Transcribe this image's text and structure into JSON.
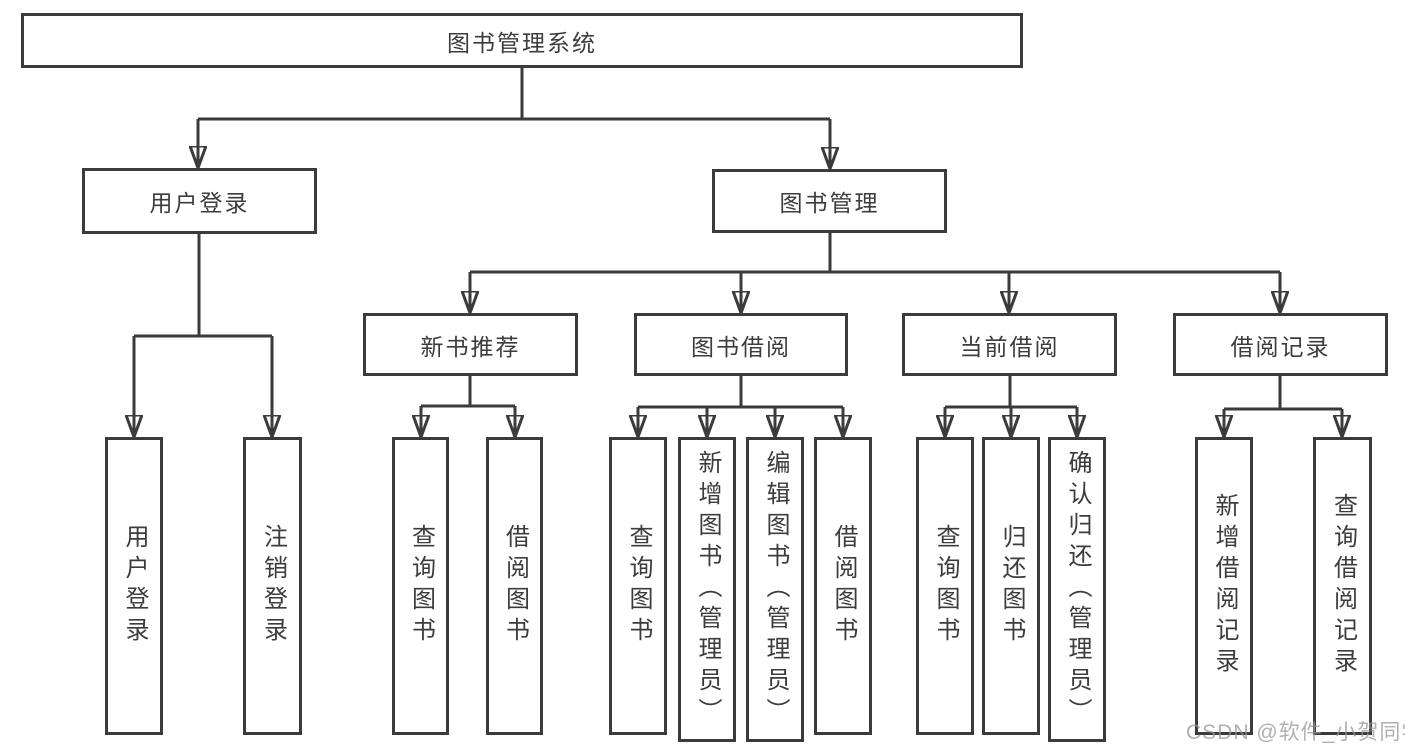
{
  "tree": {
    "root": {
      "label": "图书管理系统"
    },
    "branches": [
      {
        "label": "用户登录",
        "children": [
          {
            "label": "用户登录"
          },
          {
            "label": "注销登录"
          }
        ]
      },
      {
        "label": "图书管理",
        "children": [
          {
            "label": "新书推荐",
            "children": [
              {
                "label": "查询图书"
              },
              {
                "label": "借阅图书"
              }
            ]
          },
          {
            "label": "图书借阅",
            "children": [
              {
                "label": "查询图书"
              },
              {
                "label": "新增图书（管理员）"
              },
              {
                "label": "编辑图书（管理员）"
              },
              {
                "label": "借阅图书"
              }
            ]
          },
          {
            "label": "当前借阅",
            "children": [
              {
                "label": "查询图书"
              },
              {
                "label": "归还图书"
              },
              {
                "label": "确认归还（管理员）"
              }
            ]
          },
          {
            "label": "借阅记录",
            "children": [
              {
                "label": "新增借阅记录"
              },
              {
                "label": "查询借阅记录"
              }
            ]
          }
        ]
      }
    ]
  },
  "watermark": {
    "text": "CSDN @软件_小贺同学"
  },
  "colors": {
    "line": "#3b3b3b",
    "text": "#3c3c3c",
    "background": "#ffffff",
    "watermark": "#999999"
  }
}
